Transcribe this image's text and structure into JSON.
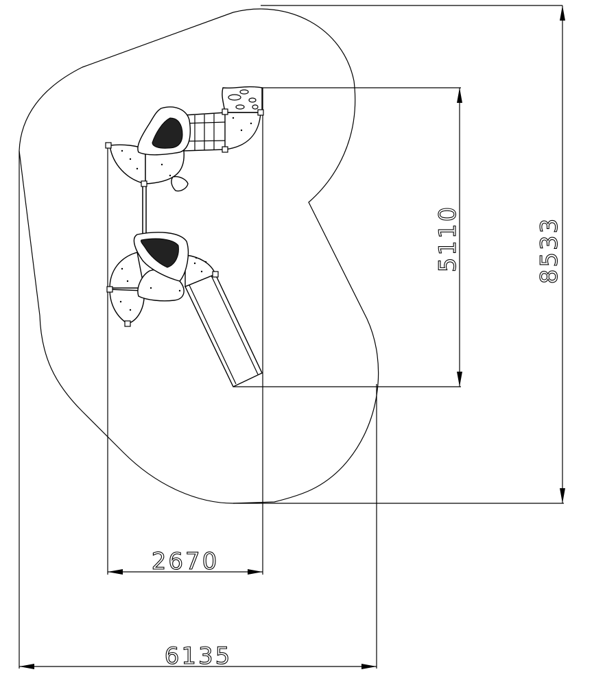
{
  "dimensions": {
    "total_width": "6135",
    "total_height": "8533",
    "structure_width": "2670",
    "structure_height": "5110"
  },
  "colors": {
    "line": "#000000",
    "background": "#ffffff"
  }
}
